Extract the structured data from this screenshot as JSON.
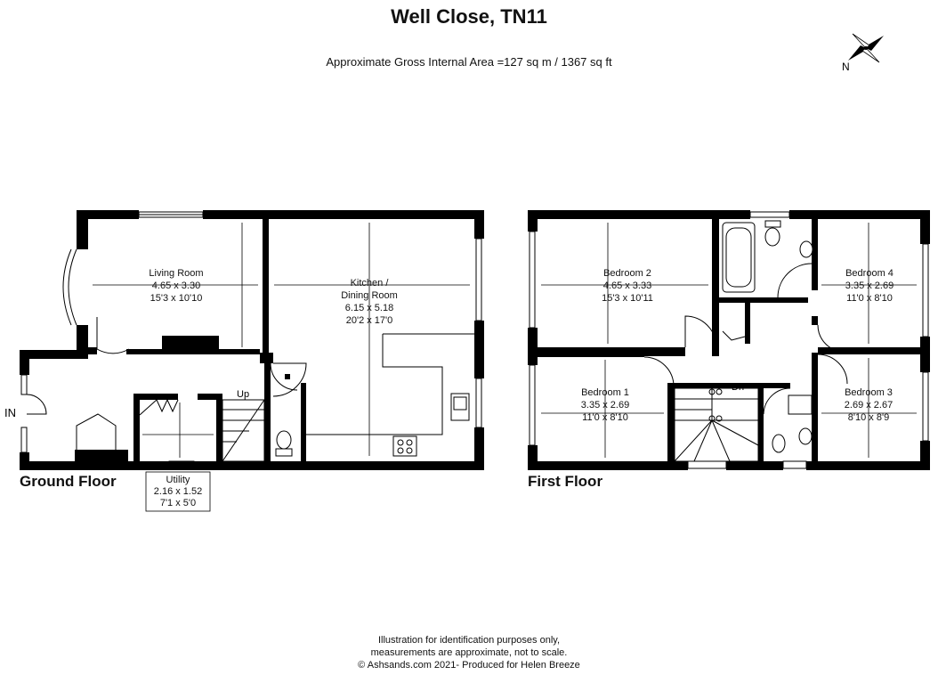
{
  "title": "Well Close, TN11",
  "subtitle": "Approximate Gross Internal Area =127 sq m / 1367 sq ft",
  "compass": {
    "north_label": "N"
  },
  "entrance_label": "IN",
  "ground_floor": {
    "label": "Ground Floor",
    "stairs_label": "Up",
    "rooms": [
      {
        "name": "Living Room",
        "metric": "4.65 x 3.30",
        "imperial": "15'3 x 10'10"
      },
      {
        "name_line1": "Kitchen /",
        "name_line2": "Dining Room",
        "metric": "6.15 x 5.18",
        "imperial": "20'2 x 17'0"
      },
      {
        "name": "Utility",
        "metric": "2.16 x 1.52",
        "imperial": "7'1 x 5'0"
      }
    ]
  },
  "first_floor": {
    "label": "First Floor",
    "stairs_label": "Dn",
    "rooms": [
      {
        "name": "Bedroom 2",
        "metric": "4.65 x 3.33",
        "imperial": "15'3 x 10'11"
      },
      {
        "name": "Bedroom 4",
        "metric": "3.35 x 2.69",
        "imperial": "11'0 x 8'10"
      },
      {
        "name": "Bedroom 1",
        "metric": "3.35 x 2.69",
        "imperial": "11'0 x 8'10"
      },
      {
        "name": "Bedroom 3",
        "metric": "2.69 x 2.67",
        "imperial": "8'10 x 8'9"
      }
    ]
  },
  "footer": {
    "line1": "Illustration for identification purposes only,",
    "line2": "measurements are approximate, not to scale.",
    "line3": "© Ashsands.com 2021- Produced for Helen Breeze"
  }
}
